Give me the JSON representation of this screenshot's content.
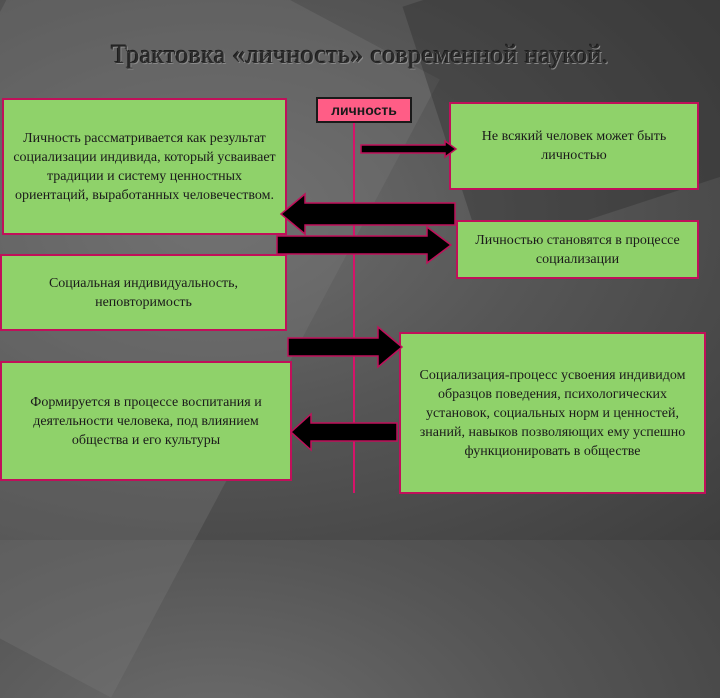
{
  "title": "Трактовка «личность» современной наукой.",
  "center_label": "личность",
  "left_boxes": [
    "Личность рассматривается как результат социализации индивида, который усваивает традиции и систему ценностных ориентаций, выработанных человечеством.",
    "Социальная индивидуальность, неповторимость",
    "Формируется в процессе воспитания и деятельности человека, под влиянием общества и его культуры"
  ],
  "right_boxes": [
    "Не всякий человек может быть личностью",
    "Личностью становятся в процессе социализации",
    "Социализация-процесс усвоения индивидом образцов поведения, психологических установок, социальных норм и ценностей, знаний, навыков позволяющих ему успешно функционировать в обществе"
  ],
  "colors": {
    "box_fill": "#8fd26a",
    "box_border": "#c0105a",
    "center_fill": "#ff5d86",
    "arrow_fill": "#000000",
    "line": "#d6136a"
  }
}
